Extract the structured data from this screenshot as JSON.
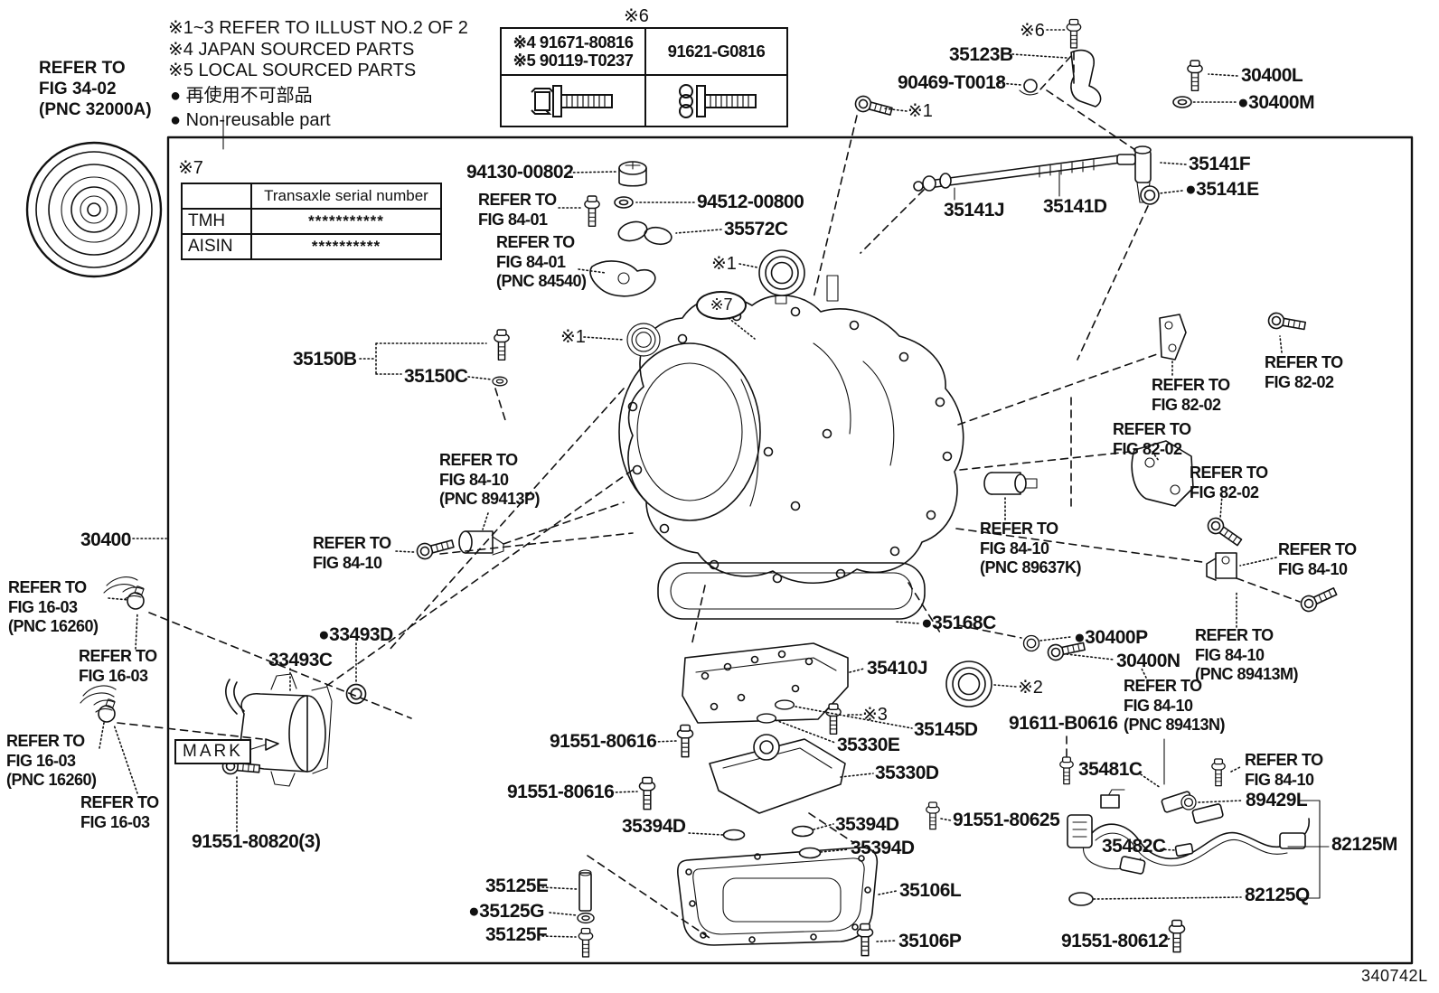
{
  "doc": {
    "number": "340742L"
  },
  "header": {
    "ref_fig3402": "REFER TO\nFIG 34-02\n(PNC 32000A)",
    "notes": [
      "※1~3 REFER TO ILLUST NO.2 OF 2",
      "※4 JAPAN SOURCED PARTS",
      "※5 LOCAL SOURCED PARTS"
    ],
    "nonreusable_jp": "● 再使用不可部品",
    "nonreusable_en": "● Non-reusable part"
  },
  "bolt_table": {
    "title": "※6",
    "left_line1": "※4 91671-80816",
    "left_line2": "※5 90119-T0237",
    "right": "91621-G0816"
  },
  "serial_table": {
    "title": "※7",
    "header": "Transaxle serial number",
    "rows": [
      {
        "maker": "TMH",
        "serial": "***********"
      },
      {
        "maker": "AISIN",
        "serial": "**********"
      }
    ]
  },
  "labels": [
    {
      "text": "35123B"
    },
    {
      "text": "※6"
    },
    {
      "text": "90469-T0018"
    },
    {
      "text": "※1"
    },
    {
      "text": "30400L"
    },
    {
      "text": "●30400M"
    },
    {
      "text": "94130-00802"
    },
    {
      "text": "REFER TO\nFIG 84-01"
    },
    {
      "text": "94512-00800"
    },
    {
      "text": "35572C"
    },
    {
      "text": "REFER TO\nFIG 84-01\n(PNC 84540)"
    },
    {
      "text": "※1"
    },
    {
      "text": "35141J"
    },
    {
      "text": "35141D"
    },
    {
      "text": "35141F"
    },
    {
      "text": "●35141E"
    },
    {
      "text": "35150B"
    },
    {
      "text": "35150C"
    },
    {
      "text": "※1"
    },
    {
      "text": "※7"
    },
    {
      "text": "REFER TO\nFIG 82-02"
    },
    {
      "text": "REFER TO\nFIG 82-02"
    },
    {
      "text": "REFER TO\nFIG 82-02"
    },
    {
      "text": "REFER TO\nFIG 82-02"
    },
    {
      "text": "REFER TO\nFIG 84-10\n(PNC 89413P)"
    },
    {
      "text": "REFER TO\nFIG 84-10"
    },
    {
      "text": "30400"
    },
    {
      "text": "REFER TO\nFIG 16-03\n(PNC 16260)"
    },
    {
      "text": "REFER TO\nFIG 16-03"
    },
    {
      "text": "●33493D"
    },
    {
      "text": "33493C"
    },
    {
      "text": "REFER TO\nFIG 16-03\n(PNC 16260)"
    },
    {
      "text": "REFER TO\nFIG 16-03"
    },
    {
      "text": "MARK"
    },
    {
      "text": "91551-80820(3)"
    },
    {
      "text": "REFER TO\nFIG 84-10\n(PNC 89637K)"
    },
    {
      "text": "REFER TO\nFIG 84-10"
    },
    {
      "text": "●35168C"
    },
    {
      "text": "●30400P"
    },
    {
      "text": "30400N"
    },
    {
      "text": "※2"
    },
    {
      "text": "35410J"
    },
    {
      "text": "※3"
    },
    {
      "text": "35145D"
    },
    {
      "text": "35330E"
    },
    {
      "text": "91551-80616"
    },
    {
      "text": "35330D"
    },
    {
      "text": "91551-80616"
    },
    {
      "text": "35394D"
    },
    {
      "text": "35394D"
    },
    {
      "text": "35394D"
    },
    {
      "text": "91551-80625"
    },
    {
      "text": "91611-B0616"
    },
    {
      "text": "35481C"
    },
    {
      "text": "REFER TO\nFIG 84-10\n(PNC 89413M)"
    },
    {
      "text": "REFER TO\nFIG 84-10\n(PNC 89413N)"
    },
    {
      "text": "REFER TO\nFIG 84-10"
    },
    {
      "text": "89429L"
    },
    {
      "text": "82125M"
    },
    {
      "text": "35482C"
    },
    {
      "text": "82125Q"
    },
    {
      "text": "35125E"
    },
    {
      "text": "●35125G"
    },
    {
      "text": "35125F"
    },
    {
      "text": "35106L"
    },
    {
      "text": "35106P"
    },
    {
      "text": "91551-80612"
    }
  ]
}
